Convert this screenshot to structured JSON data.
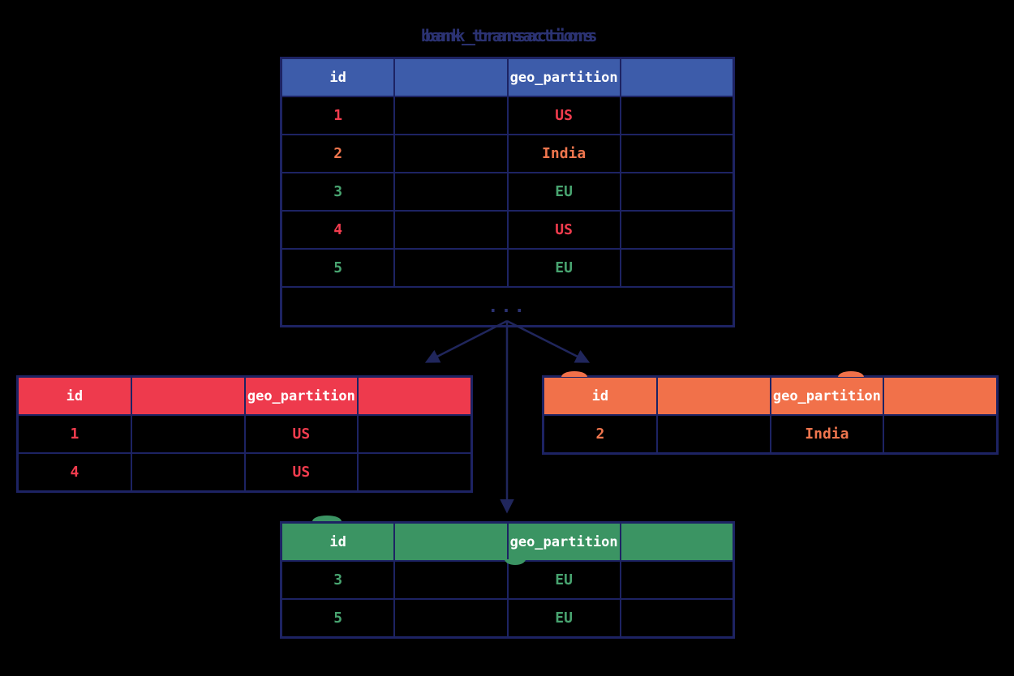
{
  "title": "bank_transactions",
  "colors": {
    "background": "#000000",
    "border": "#1d2363",
    "arrow": "#20265c",
    "title_text": "#2b3272",
    "header_text": "#ffffff",
    "blue": "#3d5caa",
    "red": "#ee3a4d",
    "orange": "#f1714a",
    "green": "#3b9463",
    "red_text": "#f23c4e",
    "orange_text": "#f0764e",
    "green_text": "#48a470"
  },
  "main_table": {
    "header_bg": "#3d5caa",
    "columns": [
      "id",
      "",
      "geo_partition",
      ""
    ],
    "rows": [
      {
        "cells": [
          "1",
          "",
          "US",
          ""
        ],
        "color": "#f23c4e"
      },
      {
        "cells": [
          "2",
          "",
          "India",
          ""
        ],
        "color": "#f0764e"
      },
      {
        "cells": [
          "3",
          "",
          "EU",
          ""
        ],
        "color": "#48a470"
      },
      {
        "cells": [
          "4",
          "",
          "US",
          ""
        ],
        "color": "#f23c4e"
      },
      {
        "cells": [
          "5",
          "",
          "EU",
          ""
        ],
        "color": "#48a470"
      }
    ],
    "ellipsis": "..."
  },
  "us_partition_table": {
    "header_bg": "#ee3a4d",
    "columns": [
      "id",
      "",
      "geo_partition",
      ""
    ],
    "rows": [
      {
        "cells": [
          "1",
          "",
          "US",
          ""
        ],
        "color": "#f23c4e"
      },
      {
        "cells": [
          "4",
          "",
          "US",
          ""
        ],
        "color": "#f23c4e"
      }
    ]
  },
  "india_partition_table": {
    "header_bg": "#f1714a",
    "columns": [
      "id",
      "",
      "geo_partition",
      ""
    ],
    "rows": [
      {
        "cells": [
          "2",
          "",
          "India",
          ""
        ],
        "color": "#f0764e"
      }
    ]
  },
  "eu_partition_table": {
    "header_bg": "#3b9463",
    "columns": [
      "id",
      "",
      "geo_partition",
      ""
    ],
    "rows": [
      {
        "cells": [
          "3",
          "",
          "EU",
          ""
        ],
        "color": "#48a470"
      },
      {
        "cells": [
          "5",
          "",
          "EU",
          ""
        ],
        "color": "#48a470"
      }
    ]
  }
}
